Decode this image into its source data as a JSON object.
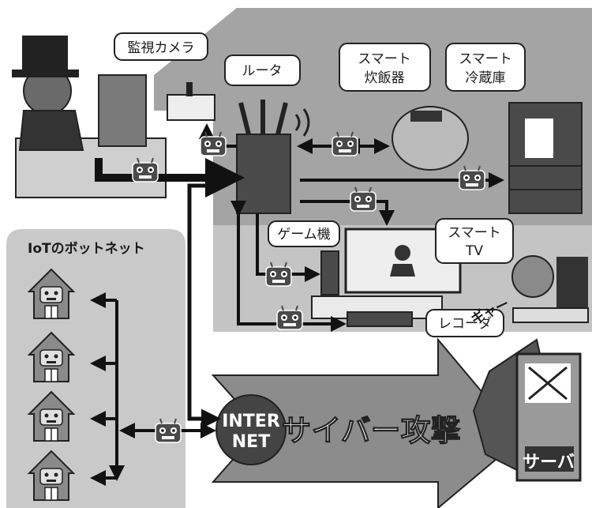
{
  "labels": {
    "camera": "監視カメラ",
    "router": "ルータ",
    "rice_cooker_1": "スマート",
    "rice_cooker_2": "炊飯器",
    "fridge_1": "スマート",
    "fridge_2": "冷蔵庫",
    "game": "ゲーム機",
    "tv_1": "スマート",
    "tv_2": "TV",
    "recorder": "レコーダ",
    "botnet": "IoTのボットネット",
    "internet_1": "INTER",
    "internet_2": "NET",
    "attack": "サイバー攻撃",
    "server": "サーバ",
    "gya": "ギャー"
  },
  "colors": {
    "panel_dark": "#9a9a9a",
    "panel_light": "#c8c8c8",
    "arrow": "#111111",
    "device": "#4a4a4a"
  },
  "icons": [
    "hacker",
    "bot-robot",
    "house",
    "router",
    "camera",
    "rice-cooker",
    "fridge",
    "game-console",
    "tv",
    "recorder",
    "user-pc",
    "globe",
    "server"
  ]
}
